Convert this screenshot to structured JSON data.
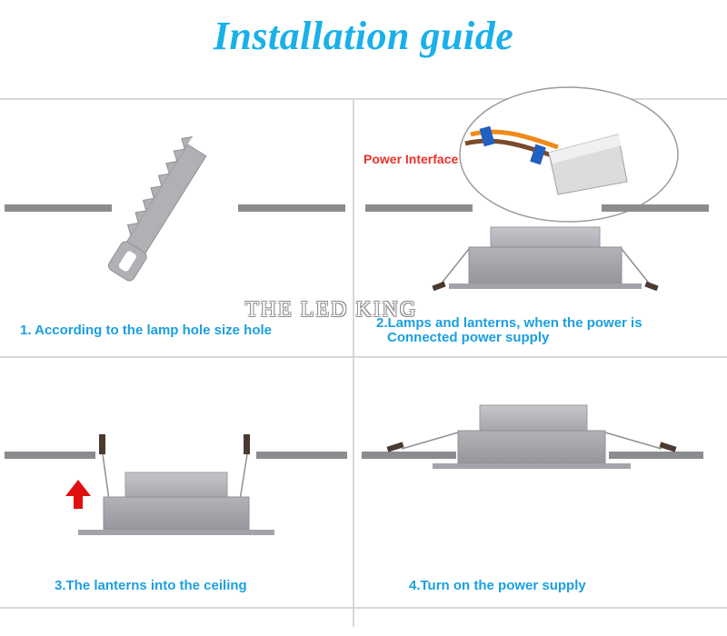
{
  "title": "Installation guide",
  "watermark": "THE LED KING",
  "callout": {
    "label": "Power Interface"
  },
  "steps": [
    {
      "label": "1. According to the lamp hole size hole"
    },
    {
      "line1": "2.Lamps and lanterns, when the power is",
      "line2": "Connected power supply"
    },
    {
      "label": "3.The lanterns into the ceiling"
    },
    {
      "label": "4.Turn on the power supply"
    }
  ],
  "colors": {
    "title": "#1ab0e8",
    "step_text": "#1a9fe0",
    "callout_text": "#e8322a",
    "arrow": "#e01010",
    "ceiling": "#8a8c90",
    "lamp": "#a8a9ad"
  },
  "icons": [
    "saw-icon",
    "wire-connector-icon",
    "up-arrow-icon"
  ]
}
